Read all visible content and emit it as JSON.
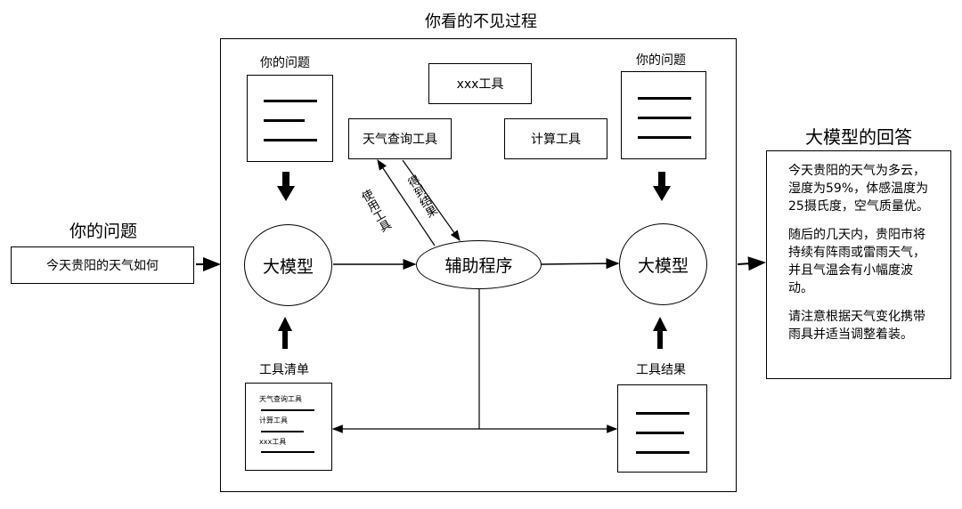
{
  "title": "你看的不见过程",
  "left": {
    "heading": "你的问题",
    "question": "今天贵阳的天气如何"
  },
  "inner": {
    "question_label_left": "你的问题",
    "question_label_right": "你的问题",
    "tool_list_label": "工具清单",
    "tool_result_label": "工具结果",
    "model_left": "大模型",
    "model_right": "大模型",
    "helper": "辅助程序",
    "tools": {
      "weather": "天气查询工具",
      "xxx": "xxx工具",
      "calc": "计算工具"
    },
    "edge_use_tool": "使用工具",
    "edge_get_result": "得到结果",
    "tool_list_items": [
      "天气查询工具",
      "计算工具",
      "xxx工具"
    ]
  },
  "answer": {
    "heading": "大模型的回答",
    "paragraphs": [
      "今天贵阳的天气为多云，湿度为59%，体感温度为25摄氏度，空气质量优。",
      "随后的几天内，贵阳市将持续有阵雨或雷雨天气，并且气温会有小幅度波动。",
      "请注意根据天气变化携带雨具并适当调整着装。"
    ]
  }
}
